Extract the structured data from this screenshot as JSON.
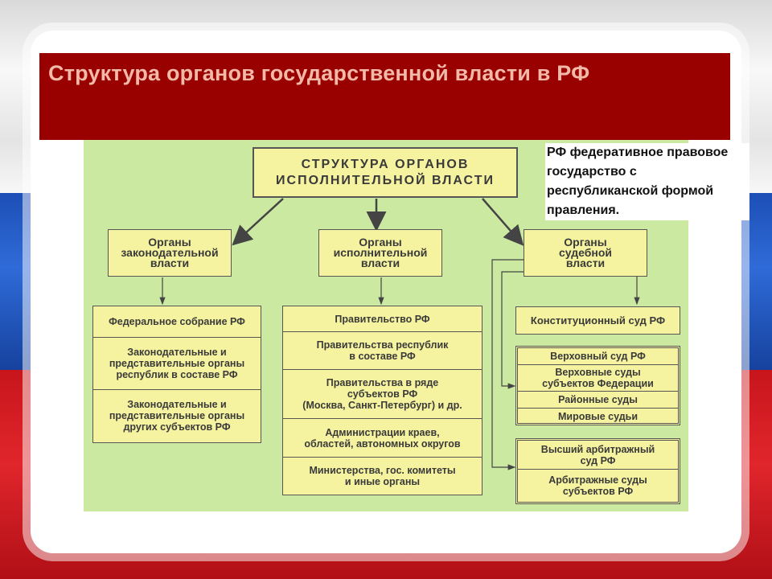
{
  "slide": {
    "title": "Структура органов государственной власти в РФ",
    "note": "РФ федеративное правовое государство с республиканской формой правления."
  },
  "diagram": {
    "root": "СТРУКТУРА ОРГАНОВ\nИСПОЛНИТЕЛЬНОЙ ВЛАСТИ",
    "branches": [
      {
        "label": "Органы\nзаконодательной\nвласти",
        "bodies": [
          "Федеральное собрание РФ",
          "Законодательные и\nпредставительные органы\nреспублик в составе РФ",
          "Законодательные и\nпредставительные органы\nдругих субъектов РФ"
        ]
      },
      {
        "label": "Органы\nисполнительной\nвласти",
        "bodies": [
          "Правительство РФ",
          "Правительства республик\nв составе РФ",
          "Правительства в ряде\nсубъектов РФ\n(Москва, Санкт-Петербург) и др.",
          "Администрации краев,\nобластей, автономных округов",
          "Министерства, гос. комитеты\nи иные органы"
        ]
      },
      {
        "label": "Органы\nсудебной\nвласти",
        "constitutional": "Конституционный суд РФ",
        "general": [
          "Верховный суд РФ",
          "Верховные суды\nсубъектов Федерации",
          "Районные суды",
          "Мировые судьи"
        ],
        "arbitration": [
          "Высший арбитражный\nсуд РФ",
          "Арбитражные суды\nсубъектов РФ"
        ]
      }
    ]
  }
}
